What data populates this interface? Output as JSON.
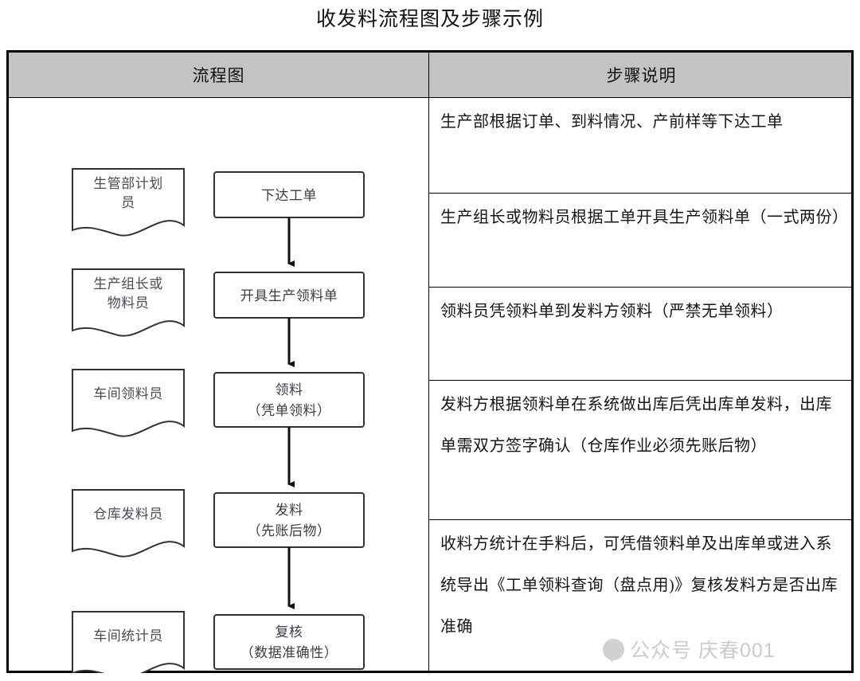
{
  "document": {
    "title": "收发料流程图及步骤示例"
  },
  "table": {
    "headers": {
      "flowchart": "流程图",
      "steps": "步骤说明"
    }
  },
  "flowchart": {
    "roles": [
      {
        "label_line1": "生管部计划",
        "label_line2": "员"
      },
      {
        "label_line1": "生产组长或",
        "label_line2": "物料员"
      },
      {
        "label_line1": "车间领料员",
        "label_line2": ""
      },
      {
        "label_line1": "仓库发料员",
        "label_line2": ""
      },
      {
        "label_line1": "车间统计员",
        "label_line2": ""
      }
    ],
    "processes": [
      {
        "label_line1": "下达工单",
        "label_line2": ""
      },
      {
        "label_line1": "开具生产领料单",
        "label_line2": ""
      },
      {
        "label_line1": "领料",
        "label_line2": "（凭单领料）"
      },
      {
        "label_line1": "发料",
        "label_line2": "（先账后物）"
      },
      {
        "label_line1": "复核",
        "label_line2": "（数据准确性）"
      }
    ],
    "connector_count": 4,
    "connector_type": "down-arrow"
  },
  "steps": [
    {
      "text": "生产部根据订单、到料情况、产前样等下达工单"
    },
    {
      "text": "生产组长或物料员根据工单开具生产领料单（一式两份）"
    },
    {
      "text": "领料员凭领料单到发料方领料（严禁无单领料）"
    },
    {
      "text": "发料方根据领料单在系统做出库后凭出库单发料，出库单需双方签字确认（仓库作业必须先账后物）"
    },
    {
      "text": "收料方统计在手料后，可凭借领料单及出库单或进入系统导出《工单领料查询（盘点用)》复核发料方是否出库准确"
    }
  ],
  "watermark": {
    "text": "公众号 庆春001"
  },
  "colors": {
    "header_fill": "#c3c3c3",
    "border": "#000000",
    "shape_stroke": "#333333",
    "text": "#1a1a1a",
    "watermark": "#8e8e8e"
  }
}
